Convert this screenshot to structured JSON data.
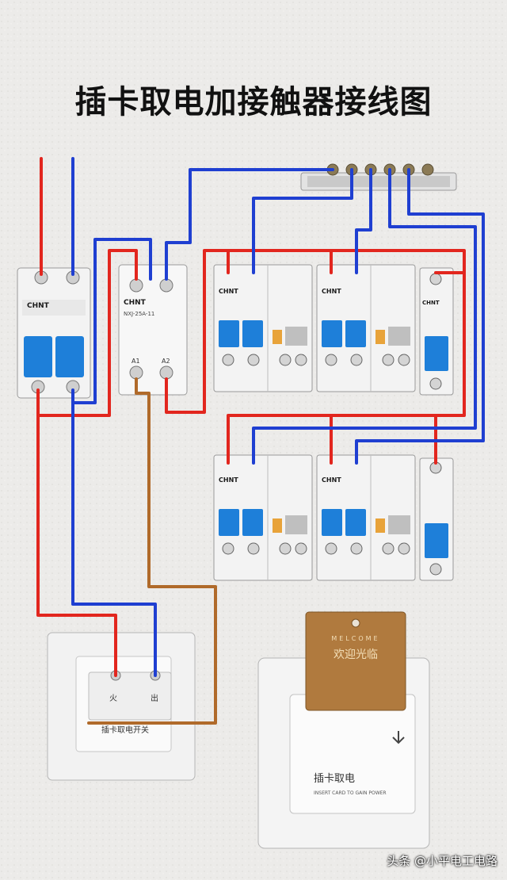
{
  "title": "插卡取电加接触器接线图",
  "watermark": "头条 @小平电工电路",
  "brand": "CHNT",
  "labels": {
    "contactor_model": "NXJ-25A-11",
    "contactor_a1": "A1",
    "contactor_a2": "A2",
    "card_banner": "欢迎光临",
    "card_text": "MELCOME",
    "holder_label_cn": "插卡取电",
    "holder_label_en": "INSERT CARD TO GAIN POWER",
    "switch_label_cn": "插卡取电开关",
    "switch_live": "火",
    "switch_out": "出"
  },
  "colors": {
    "live": "#e2261e",
    "neutral": "#1f3fd1",
    "control": "#b06a2a",
    "breaker_blue": "#1e7fd9",
    "background": "#ecebe9",
    "card_gold": "#b07a3e"
  }
}
